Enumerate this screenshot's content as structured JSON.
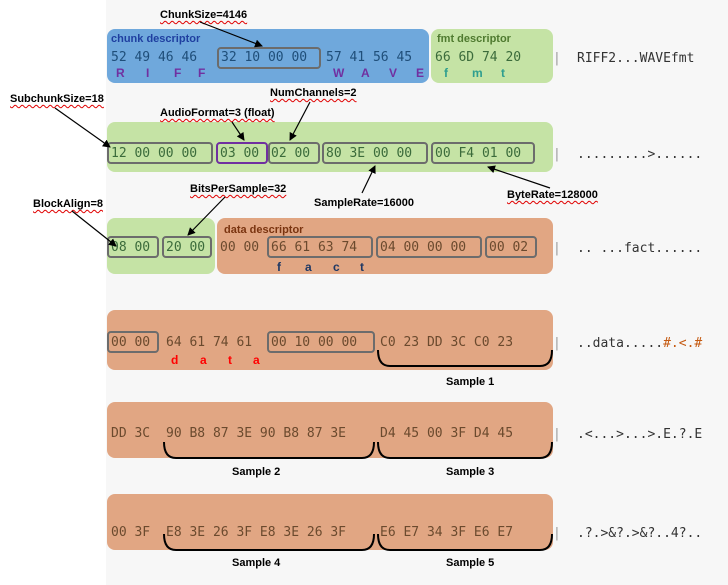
{
  "annotations": {
    "chunk_size": "ChunkSize=4146",
    "subchunk_size": "SubchunkSize=18",
    "audio_format": "AudioFormat=3 (float)",
    "num_channels": "NumChannels=2",
    "sample_rate": "SampleRate=16000",
    "byte_rate": "ByteRate=128000",
    "bits_per_sample": "BitsPerSample=32",
    "block_align": "BlockAlign=8"
  },
  "descriptors": {
    "chunk": "chunk descriptor",
    "fmt": "fmt descriptor",
    "data": "data descriptor"
  },
  "rows": {
    "r1": {
      "chunk_id": "52 49 46 46",
      "chunk_size": "32 10 00 00",
      "format": "57 41 56 45",
      "fmt_id": "66 6D 74 20",
      "ascii": "RIFF2...WAVEfmt"
    },
    "r2": {
      "subchunk_size": "12 00 00 00",
      "audio_format": "03 00",
      "num_channels": "02 00",
      "sample_rate": "80 3E 00 00",
      "byte_rate": "00 F4 01 00",
      "ascii": ".........>......"
    },
    "r3": {
      "block_align": "08 00",
      "bits_per_sample": "20 00",
      "pad": "00 00",
      "fact": "66 61 63 74",
      "v1": "04 00 00 00",
      "v2": "00 02",
      "ascii": ".. ...fact......"
    },
    "r4": {
      "pad": "00 00",
      "data_id": "64 61 74 61",
      "data_size": "00 10 00 00",
      "sample1": "C0 23 DD 3C C0 23",
      "ascii_a": "..data.....",
      "ascii_b": "#.<.#"
    },
    "r5": {
      "s1tail": "DD 3C",
      "sample2": "90 B8 87 3E 90 B8 87 3E",
      "sample3": "D4 45 00 3F D4 45",
      "ascii": ".<...>...>.E.?.E"
    },
    "r6": {
      "s3tail": "00 3F",
      "sample4": "E8 3E 26 3F E8 3E 26 3F",
      "sample5": "E6 E7 34 3F E6 E7",
      "ascii": ".?.>&?.>&?..4?.."
    }
  },
  "letters": {
    "riff": [
      "R",
      "I",
      "F",
      "F"
    ],
    "wave": [
      "W",
      "A",
      "V",
      "E"
    ],
    "fmt": [
      "f",
      "m",
      "t"
    ],
    "fact": [
      "f",
      "a",
      "c",
      "t"
    ],
    "data": [
      "d",
      "a",
      "t",
      "a"
    ]
  },
  "samples": {
    "s1": "Sample 1",
    "s2": "Sample 2",
    "s3": "Sample 3",
    "s4": "Sample 4",
    "s5": "Sample 5"
  },
  "separator": "|",
  "colors": {
    "chunk_box": "#6fa8dc",
    "fmt_box": "#c5e3a5",
    "data_box": "#e1a683",
    "letter_riff": "#7030a0",
    "letter_fmt": "#2e9e8f",
    "letter_fact": "#1f3864",
    "letter_data": "#ff0000"
  }
}
